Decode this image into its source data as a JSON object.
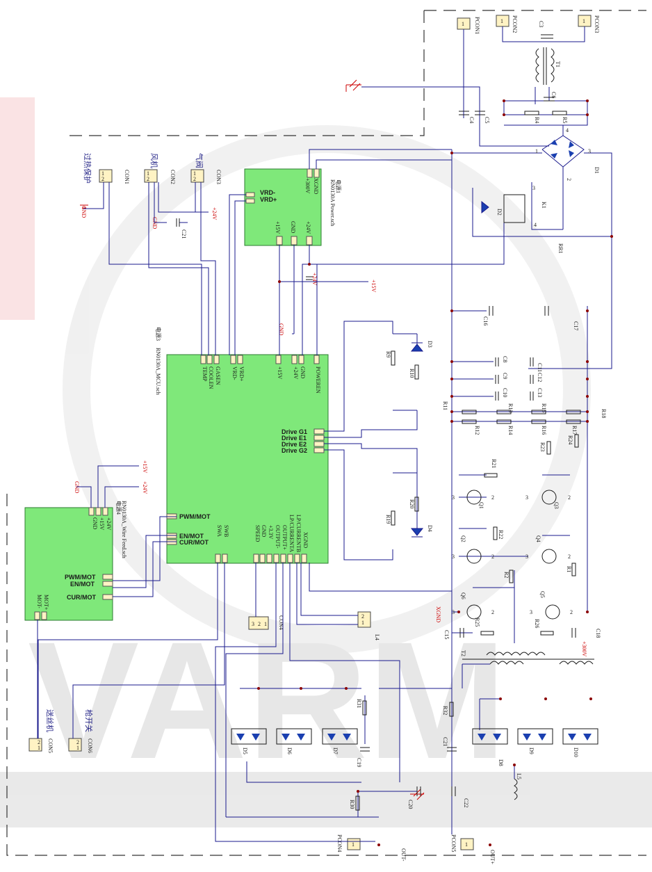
{
  "watermark": {
    "text": "VARM"
  },
  "blocks": {
    "power": {
      "title": "RN0130A Power.sch",
      "ref": "电源1",
      "pins": [
        "VRD-",
        "VRD+",
        "+15V",
        "GND",
        "+24V",
        "+300V",
        "XGND"
      ]
    },
    "mcu": {
      "title": "RN0130A_MCU.sch",
      "ref": "电源3",
      "top_pins": [
        "TEMP",
        "COOLEN",
        "GASEN",
        "VRD-",
        "VRD+",
        "+15V",
        "+24V",
        "GND",
        "POWEREN"
      ],
      "right_pins": [
        "Drive G1",
        "Drive E1",
        "Drive E2",
        "Drive G2"
      ],
      "left_pins": [
        "PWM/MOT",
        "EN/MOT",
        "CUR/MOT"
      ],
      "bottom_pins": [
        "SWA",
        "SWB",
        "SPEED",
        "GND",
        "+3.3V",
        "OUTPUT-",
        "OUTPUT+",
        "LP/CURRENTA",
        "LP/CURRENTB",
        "XGND"
      ]
    },
    "wirefeed": {
      "title": "RN0130A_Wire Feed.sch",
      "ref": "电源4",
      "pins": [
        "+24V",
        "+15V",
        "GND",
        "PWM/MOT",
        "EN/MOT",
        "CUR/MOT",
        "MOT-",
        "MOT+"
      ]
    }
  },
  "connectors": {
    "con1": {
      "ref": "CON1",
      "name": "过热保护"
    },
    "con2": {
      "ref": "CON2",
      "name": "风机"
    },
    "con3": {
      "ref": "CON3",
      "name": "气阀"
    },
    "con4": {
      "ref": "CON4"
    },
    "con5": {
      "ref": "CON5",
      "name": "送丝机"
    },
    "con6": {
      "ref": "CON6",
      "name": "枪开关"
    },
    "pcon1": "PCON1",
    "pcon2": "PCON2",
    "pcon3": "PCON3",
    "pcon4": "PCON4",
    "pcon5": "PCON5",
    "l4": "L4"
  },
  "power_labels": {
    "gnd": "GND",
    "p24": "+24V",
    "p15": "+15V",
    "xgnd": "XGND",
    "p300": "+300V",
    "out_neg": "OUT-",
    "out_pos": "OUT+"
  },
  "components": {
    "caps_top": [
      "C3",
      "C4",
      "C5",
      "C6"
    ],
    "res_top": [
      "R4",
      "R5"
    ],
    "t1": "T1",
    "d1": "D1",
    "k1": "K1",
    "d2": "D2",
    "rr1": "RR1",
    "c16": "C16",
    "c17": "C17",
    "c21_top": "C21",
    "d3": "D3",
    "d4": "D4",
    "r9": "R9",
    "r10": "R10",
    "r19": "R19",
    "r20": "R20",
    "caps_mid": [
      "C8",
      "C9",
      "C10",
      "C11",
      "C12",
      "C13"
    ],
    "res_mid": [
      "R11",
      "R12",
      "R13",
      "R14",
      "R15",
      "R16",
      "R17",
      "R18"
    ],
    "transistors": [
      "Q1",
      "Q2",
      "Q3",
      "Q4",
      "Q5",
      "Q6"
    ],
    "res_q": [
      "R21",
      "R22",
      "R23",
      "R24",
      "R2",
      "R1",
      "R25",
      "R26"
    ],
    "c15": "C15",
    "c18": "C18",
    "t2": "T2",
    "diodes_out": [
      "D5",
      "D6",
      "D7",
      "D8",
      "D9",
      "D10"
    ],
    "r31": "R31",
    "r32": "R32",
    "c19": "C19",
    "c21": "C21",
    "r30": "R30",
    "c20": "C20",
    "c22": "C22",
    "l5": "L5",
    "pin_nums": [
      "1",
      "2",
      "3",
      "4"
    ]
  },
  "colors": {
    "block_fill": "#7fe87a",
    "wire": "#1a1a8c",
    "gnd": "#cc0000",
    "connector_fill": "#fff3c4"
  }
}
